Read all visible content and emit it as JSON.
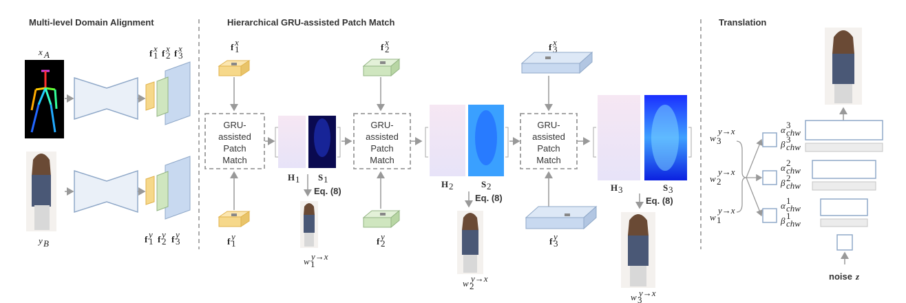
{
  "sections": {
    "alignment": "Multi-level Domain Alignment",
    "patch_match": "Hierarchical GRU-assisted Patch Match",
    "translation": "Translation"
  },
  "inputs": {
    "pose_label": "x",
    "pose_sub": "A",
    "person_label": "y",
    "person_sub": "B"
  },
  "features": {
    "fx": [
      "f",
      "1",
      "x",
      "f",
      "2",
      "x",
      "f",
      "3",
      "x"
    ],
    "fy": [
      "f",
      "1",
      "y",
      "f",
      "2",
      "y",
      "f",
      "3",
      "y"
    ]
  },
  "gru": [
    "GRU-",
    "assisted",
    "Patch",
    "Match"
  ],
  "stages": [
    {
      "H": "H",
      "S": "S",
      "idx": "1",
      "eq": "Eq. (8)",
      "w": "w",
      "wsub": "1",
      "wsup": "y→x"
    },
    {
      "H": "H",
      "S": "S",
      "idx": "2",
      "eq": "Eq. (8)",
      "w": "w",
      "wsub": "2",
      "wsup": "y→x"
    },
    {
      "H": "H",
      "S": "S",
      "idx": "3",
      "eq": "Eq. (8)",
      "w": "w",
      "wsub": "3",
      "wsup": "y→x"
    }
  ],
  "translation": {
    "w_labels": [
      {
        "w": "w",
        "sub": "3",
        "sup": "y→x"
      },
      {
        "w": "w",
        "sub": "2",
        "sup": "y→x"
      },
      {
        "w": "w",
        "sub": "1",
        "sup": "y→x"
      }
    ],
    "params": [
      {
        "a": "α",
        "asub": "chw",
        "asup": "3",
        "b": "β",
        "bsub": "chw",
        "bsup": "3"
      },
      {
        "a": "α",
        "asub": "chw",
        "asup": "2",
        "b": "β",
        "bsub": "chw",
        "bsup": "2"
      },
      {
        "a": "α",
        "asub": "chw",
        "asup": "1",
        "b": "β",
        "bsub": "chw",
        "bsup": "1"
      }
    ],
    "noise_word": "noise",
    "noise_var": "z"
  },
  "colors": {
    "yellow": "#f6d88a",
    "green": "#cfe6bf",
    "blue": "#c8d9f0",
    "encoder": "#eaf0f8",
    "stroke": "#8fa8c8",
    "arrow": "#999999"
  }
}
